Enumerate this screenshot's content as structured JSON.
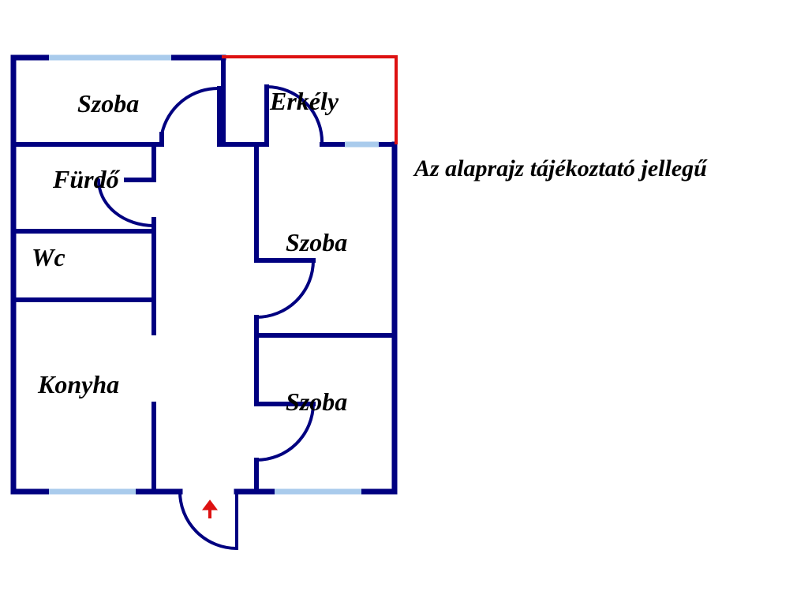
{
  "rooms": {
    "szoba_top": "Szoba",
    "erkely": "Erkély",
    "furdo": "Fürdő",
    "wc": "Wc",
    "szoba_mid": "Szoba",
    "konyha": "Konyha",
    "szoba_low": "Szoba"
  },
  "note": "Az alaprajz tájékoztató jellegű",
  "colors": {
    "wall": "#000080",
    "balcony_rail": "#dd1111",
    "window": "#a9cbec",
    "entrance_arrow": "#dd1111"
  }
}
